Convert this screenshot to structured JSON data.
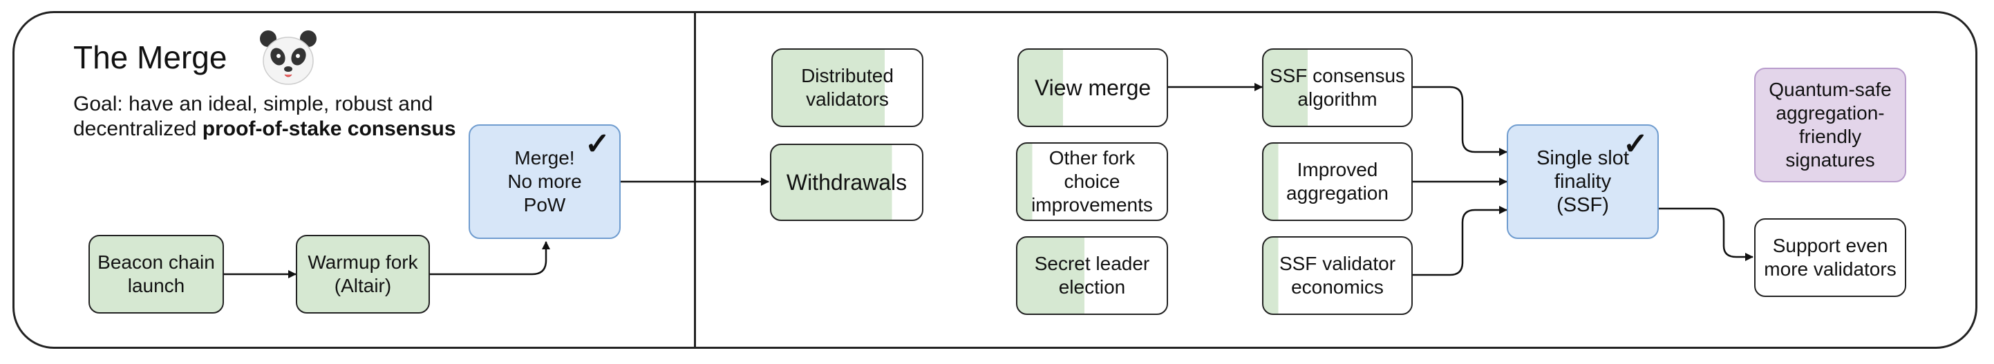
{
  "diagram": {
    "title": "The Merge",
    "goal_prefix": "Goal: have an ideal, simple, robust and decentralized ",
    "goal_bold": "proof-of-stake consensus",
    "panda_icon": "panda-face-icon",
    "colors": {
      "done_green": "#d6e8d2",
      "current_blue": "#d7e6f8",
      "research_purple": "#e3d5ea",
      "outline": "#222222"
    },
    "nodes": {
      "beacon_chain_launch": {
        "label": "Beacon chain launch",
        "status": "done"
      },
      "warmup_fork": {
        "label": "Warmup fork (Altair)",
        "status": "done"
      },
      "merge": {
        "label": "Merge! No more PoW",
        "status": "milestone",
        "checked": true
      },
      "distributed_validators": {
        "label": "Distributed validators",
        "status": "in-progress",
        "progress": 0.75
      },
      "withdrawals": {
        "label": "Withdrawals",
        "status": "in-progress",
        "progress": 0.8
      },
      "view_merge": {
        "label": "View merge",
        "status": "in-progress",
        "progress": 0.3
      },
      "other_fork_choice": {
        "label": "Other fork choice improvements",
        "status": "in-progress",
        "progress": 0.1
      },
      "secret_leader_election": {
        "label": "Secret leader election",
        "status": "in-progress",
        "progress": 0.45
      },
      "ssf_consensus_algorithm": {
        "label": "SSF consensus algorithm",
        "status": "in-progress",
        "progress": 0.3
      },
      "improved_aggregation": {
        "label": "Improved aggregation",
        "status": "in-progress",
        "progress": 0.1
      },
      "ssf_validator_economics": {
        "label": "SSF validator economics",
        "status": "in-progress",
        "progress": 0.1
      },
      "single_slot_finality": {
        "label": "Single slot finality (SSF)",
        "status": "milestone",
        "checked": true
      },
      "quantum_safe_signatures": {
        "label": "Quantum-safe aggregation-friendly signatures",
        "status": "research"
      },
      "support_more_validators": {
        "label": "Support even more validators",
        "status": "todo"
      }
    },
    "check_mark": "✓"
  }
}
